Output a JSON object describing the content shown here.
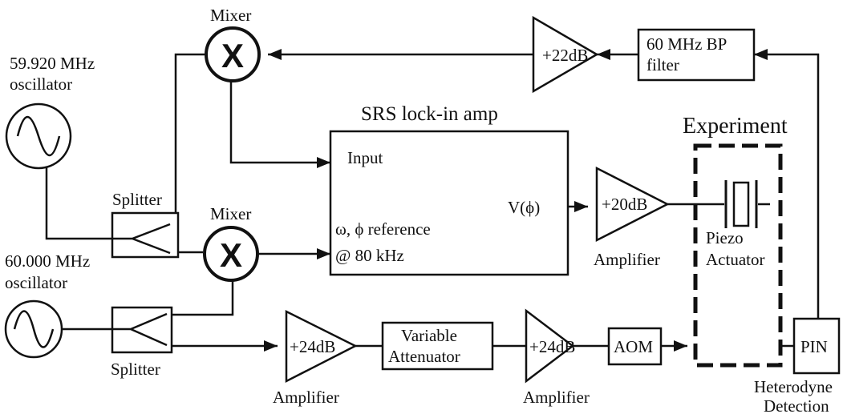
{
  "oscillators": {
    "top_label_1": "59.920 MHz",
    "top_label_2": "oscillator",
    "bottom_label_1": "60.000 MHz",
    "bottom_label_2": "oscillator"
  },
  "splitters": {
    "top_label": "Splitter",
    "bottom_label": "Splitter"
  },
  "mixers": {
    "top_label": "Mixer",
    "bottom_label": "Mixer",
    "symbol": "X"
  },
  "feedback_amp": {
    "gain": "+22dB"
  },
  "bp_filter": {
    "line_1": "60 MHz BP",
    "line_2": "filter"
  },
  "lockin": {
    "title": "SRS lock-in amp",
    "input_label": "Input",
    "output_label": "V(ϕ)",
    "reference_line_1": "ω, ϕ reference",
    "reference_line_2": "@ 80 kHz"
  },
  "drive_amp": {
    "gain": "+20dB",
    "caption": "Amplifier"
  },
  "experiment": {
    "title": "Experiment",
    "piezo_line_1": "Piezo",
    "piezo_line_2": "Actuator"
  },
  "chain": {
    "amp1_gain": "+24dB",
    "amp1_caption": "Amplifier",
    "attenuator_line_1": "Variable",
    "attenuator_line_2": "Attenuator",
    "amp2_gain": "+24dB",
    "amp2_caption": "Amplifier",
    "aom_label": "AOM"
  },
  "detector": {
    "pin_label": "PIN",
    "caption_line_1": "Heterodyne",
    "caption_line_2": "Detection"
  },
  "colors": {
    "ink": "#111111",
    "background": "#ffffff"
  }
}
